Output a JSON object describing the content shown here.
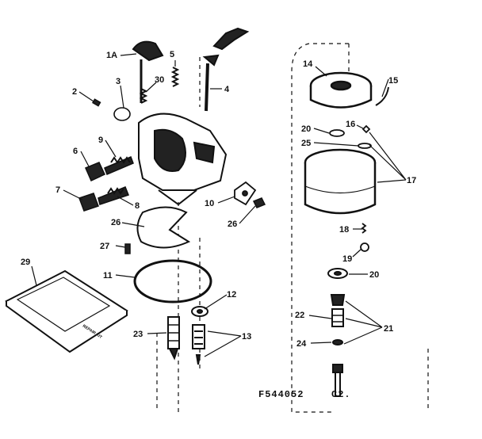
{
  "diagram": {
    "part_labels": [
      {
        "id": "1a",
        "text": "1A"
      },
      {
        "id": "5",
        "text": "5"
      },
      {
        "id": "3",
        "text": "3"
      },
      {
        "id": "30",
        "text": "30"
      },
      {
        "id": "4",
        "text": "4"
      },
      {
        "id": "2",
        "text": "2"
      },
      {
        "id": "6",
        "text": "6"
      },
      {
        "id": "9",
        "text": "9"
      },
      {
        "id": "7",
        "text": "7"
      },
      {
        "id": "8",
        "text": "8"
      },
      {
        "id": "10",
        "text": "10"
      },
      {
        "id": "26a",
        "text": "26"
      },
      {
        "id": "26b",
        "text": "26"
      },
      {
        "id": "27",
        "text": "27"
      },
      {
        "id": "11",
        "text": "11"
      },
      {
        "id": "12",
        "text": "12"
      },
      {
        "id": "23",
        "text": "23"
      },
      {
        "id": "13",
        "text": "13"
      },
      {
        "id": "29",
        "text": "29"
      },
      {
        "id": "14",
        "text": "14"
      },
      {
        "id": "15",
        "text": "15"
      },
      {
        "id": "16",
        "text": "16"
      },
      {
        "id": "20a",
        "text": "20"
      },
      {
        "id": "25",
        "text": "25"
      },
      {
        "id": "17",
        "text": "17"
      },
      {
        "id": "18",
        "text": "18"
      },
      {
        "id": "19",
        "text": "19"
      },
      {
        "id": "20b",
        "text": "20"
      },
      {
        "id": "22",
        "text": "22"
      },
      {
        "id": "21",
        "text": "21"
      },
      {
        "id": "24",
        "text": "24"
      }
    ],
    "repair_kit_text": "REPAIR KIT",
    "drawing_code": "F544052",
    "drawing_suffix": "C2."
  }
}
